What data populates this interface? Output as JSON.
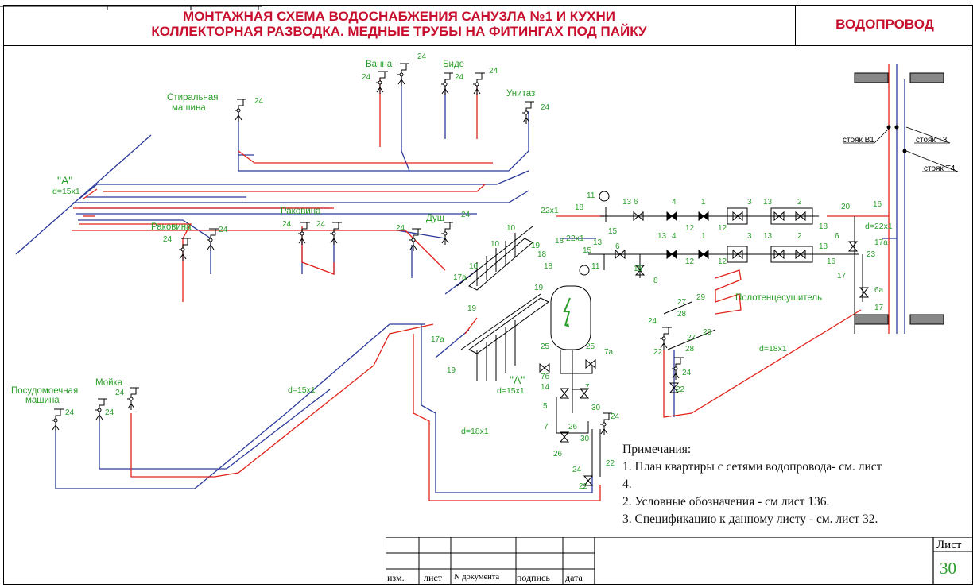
{
  "header": {
    "title_line1": "МОНТАЖНАЯ СХЕМА ВОДОСНАБЖЕНИЯ САНУЗЛА №1 И КУХНИ",
    "title_line2": "КОЛЛЕКТОРНАЯ РАЗВОДКА.  МЕДНЫЕ ТРУБЫ НА ФИТИНГАХ ПОД ПАЙКУ",
    "section": "ВОДОПРОВОД"
  },
  "colors": {
    "hot": "#e2231a",
    "cold": "#2b3a9b",
    "label": "#2a9d2a",
    "frame": "#000000",
    "title": "#c8102e"
  },
  "fixtures": {
    "washing_machine_1": "Стиральная",
    "washing_machine_2": "машина",
    "bath": "Ванна",
    "bidet": "Биде",
    "toilet": "Унитаз",
    "sink_1": "Раковина",
    "sink_2": "Раковина",
    "shower": "Душ",
    "dishwasher_1": "Посудомоечная",
    "dishwasher_2": "машина",
    "kitchen_sink": "Мойка",
    "towel_dryer": "Полотенцесушитель"
  },
  "labels": {
    "node_a": "\"А\"",
    "d15": "d=15x1",
    "d18": "d=18x1",
    "d22": "d=22x1",
    "size_22": "22x1",
    "riser_b1": "стояк В1",
    "riser_t3": "стояк Т3",
    "riser_t4": "стояк Т4",
    "n24": "24",
    "n25": "25",
    "n7a": "7а",
    "n7b": "7б",
    "n14": "14",
    "n5": "5",
    "n7": "7",
    "n26": "26",
    "n30": "30",
    "n22": "22",
    "n17a": "17а",
    "n19": "19",
    "n10": "10",
    "n18": "18",
    "n11": "11",
    "n13": "13",
    "n6": "6",
    "n4": "4",
    "n1": "1",
    "n12": "12",
    "n3": "3",
    "n2": "2",
    "n15": "15",
    "n8": "8",
    "n20": "20",
    "n16": "16",
    "n17": "17",
    "n23": "23",
    "n6a": "6а",
    "n27": "27",
    "n28": "28",
    "n29": "29"
  },
  "notes": {
    "heading": "Примечания:",
    "line1": "1. План квартиры с сетями водопровода-  см. лист",
    "line1b": "4.",
    "line2": "2. Условные обозначения - см лист 136.",
    "line3": "3. Спецификацию  к данному листу - см. лист 32."
  },
  "title_block": {
    "izm": "изм.",
    "list": "лист",
    "doc": "N документа",
    "sign": "подпись",
    "date": "дата",
    "sheet_label": "Лист",
    "sheet_number": "30"
  }
}
